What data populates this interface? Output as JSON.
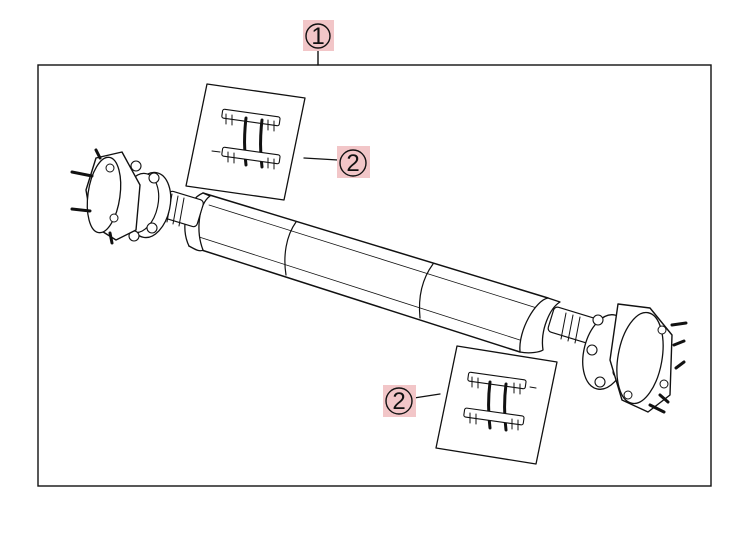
{
  "callouts": [
    {
      "id": "callout-1",
      "label": "1"
    },
    {
      "id": "callout-2-top",
      "label": "2"
    },
    {
      "id": "callout-2-bottom",
      "label": "2"
    }
  ],
  "colors": {
    "callout_fill": "#f2c6c8",
    "line": "#111111",
    "background": "#ffffff"
  },
  "parts": [
    "propeller-shaft-assembly",
    "bolt-and-clamp-kit"
  ]
}
